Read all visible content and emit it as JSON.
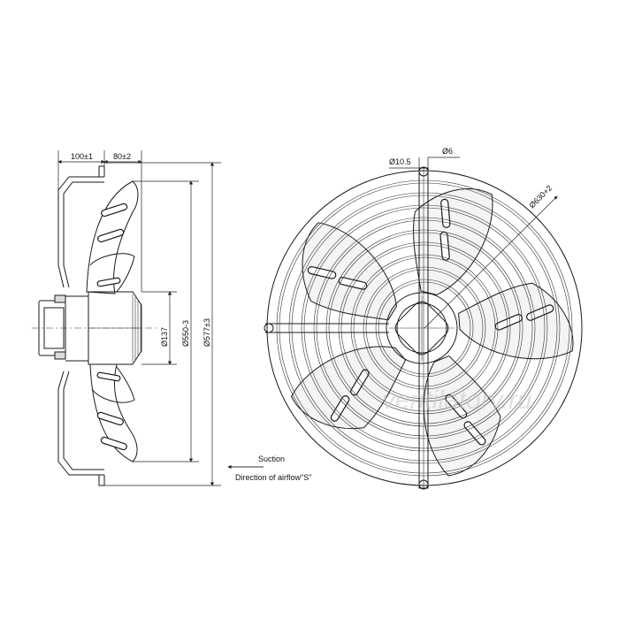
{
  "side_view": {
    "dims": {
      "hub_offset": "100±1",
      "hub_depth": "80±2",
      "hub_dia": "Ø137",
      "blade_dia": "Ø550-3",
      "housing_dia": "Ø577±3"
    },
    "airflow": {
      "suction_label": "Suction",
      "direction_label": "Direction of airflow\"S\""
    }
  },
  "front_view": {
    "dims": {
      "hole_dia": "Ø10.5",
      "wire_dia": "Ø6",
      "bolt_circle_dia": "Ø630+2"
    }
  },
  "watermark": "ventilatory.ru"
}
